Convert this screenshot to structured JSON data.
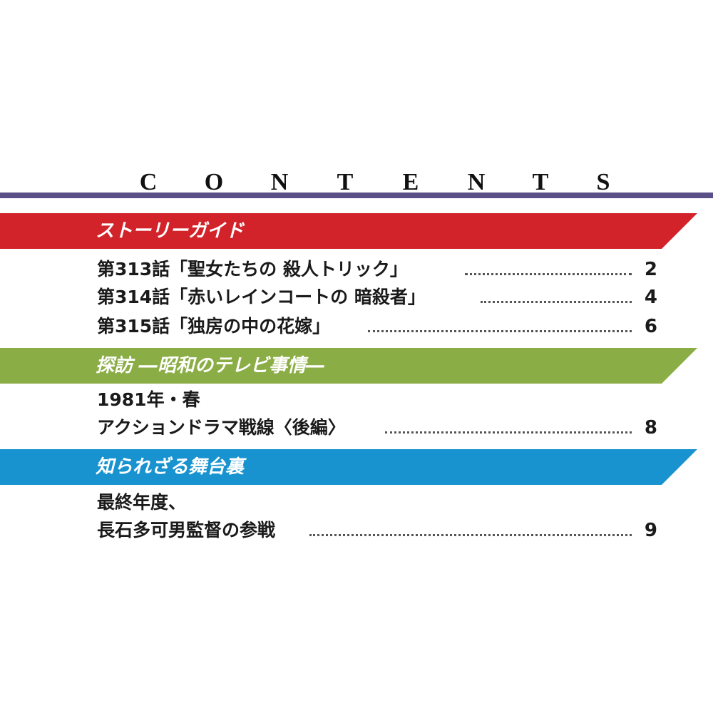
{
  "contents_title": [
    "C",
    "O",
    "N",
    "T",
    "E",
    "N",
    "T",
    "S"
  ],
  "colors": {
    "rule": "#5a4f86",
    "section_red": "#d2232a",
    "section_green": "#8bad45",
    "section_blue": "#1893cf"
  },
  "sections": [
    {
      "label": "ストーリーガイド",
      "entries": [
        {
          "title": "第313話「聖女たちの 殺人トリック」",
          "page": "2"
        },
        {
          "title": "第314話「赤いレインコートの 暗殺者」",
          "page": "4"
        },
        {
          "title": "第315話「独房の中の花嫁」",
          "page": "6"
        }
      ]
    },
    {
      "label": "探訪 ―昭和のテレビ事情―",
      "pre_line": "1981年・春",
      "entries": [
        {
          "title": "アクションドラマ戦線〈後編〉",
          "page": "8"
        }
      ]
    },
    {
      "label": "知られざる舞台裏",
      "pre_line": "最終年度、",
      "entries": [
        {
          "title": "長石多可男監督の参戦",
          "page": "9"
        }
      ]
    }
  ]
}
